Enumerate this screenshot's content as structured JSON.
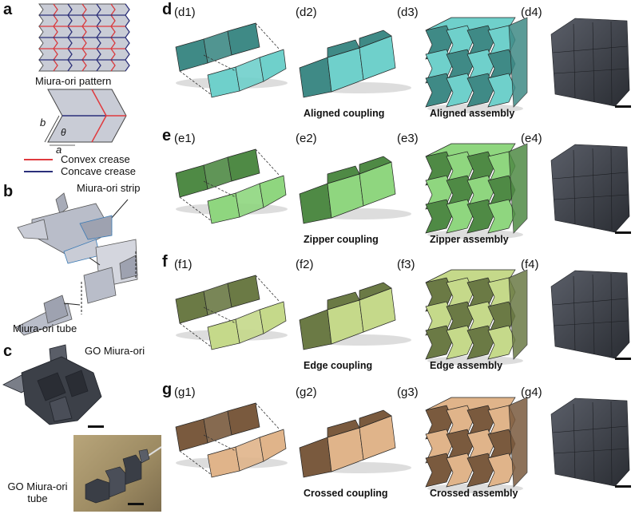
{
  "panel_a": {
    "label": "a",
    "pattern_caption": "Miura-ori pattern",
    "cell_params": {
      "b": "b",
      "theta": "θ",
      "a": "a"
    },
    "legend": [
      {
        "label": "Convex crease",
        "color": "#e03a3e"
      },
      {
        "label": "Concave crease",
        "color": "#2b2f7a"
      }
    ]
  },
  "panel_b": {
    "label": "b",
    "strip_label": "Miura-ori strip",
    "tube_label": "Miura-ori tube"
  },
  "panel_c": {
    "label": "c",
    "go_miura_label": "GO Miura-ori",
    "go_tube_label_line1": "GO Miura-ori",
    "go_tube_label_line2": "tube"
  },
  "rows": [
    {
      "label": "d",
      "sub": [
        "(d1)",
        "(d2)",
        "(d3)",
        "(d4)"
      ],
      "coupling_caption": "Aligned coupling",
      "assembly_caption": "Aligned assembly",
      "dark": "#3f8a86",
      "light": "#6fd0cb"
    },
    {
      "label": "e",
      "sub": [
        "(e1)",
        "(e2)",
        "(e3)",
        "(e4)"
      ],
      "coupling_caption": "Zipper coupling",
      "assembly_caption": "Zipper assembly",
      "dark": "#4f8a45",
      "light": "#8fd67f"
    },
    {
      "label": "f",
      "sub": [
        "(f1)",
        "(f2)",
        "(f3)",
        "(f4)"
      ],
      "coupling_caption": "Edge coupling",
      "assembly_caption": "Edge assembly",
      "dark": "#6b7a45",
      "light": "#c5d98a"
    },
    {
      "label": "g",
      "sub": [
        "(g1)",
        "(g2)",
        "(g3)",
        "(g4)"
      ],
      "coupling_caption": "Crossed coupling",
      "assembly_caption": "Crossed assembly",
      "dark": "#7a5a3e",
      "light": "#e0b48a"
    }
  ],
  "colors": {
    "paper_gray": "#c9ccd6",
    "photo_dark": "#3a3d44",
    "photo_bg": "#9c8a62"
  }
}
